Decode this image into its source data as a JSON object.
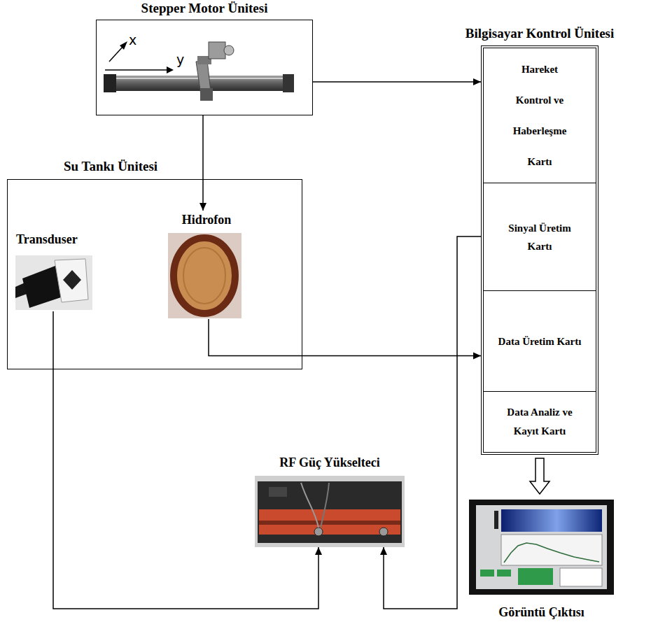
{
  "diagram": {
    "nodes": [
      {
        "text": [
          "Stepper Motor Ünitesi"
        ]
      },
      {
        "text": [
          "Bilgisayar Kontrol Ünitesi"
        ]
      },
      {
        "text": [
          "Hareket Kontrol ve Haberleşme Kartı"
        ],
        "in": 1
      },
      {
        "text": [
          "Sinyal Üretim Kartı"
        ],
        "in": 1
      },
      {
        "text": [
          "Data Üretim Kartı"
        ],
        "in": 1
      },
      {
        "text": [
          "Data Analiz ve Kayıt Kartı"
        ],
        "in": 1
      },
      {
        "text": [
          "Su Tankı Ünitesi"
        ]
      },
      {
        "text": [
          "Transduser"
        ],
        "in": 6
      },
      {
        "text": [
          "Hidrofon"
        ],
        "in": 6
      },
      {
        "text": [
          "RF Güç Yükselteci"
        ]
      },
      {
        "text": [
          "Görüntü Çıktısı"
        ]
      }
    ],
    "edges": [
      {
        "from": 0,
        "to": 2,
        "arrow": "to"
      },
      {
        "from": 0,
        "to": 8,
        "arrow": "to"
      },
      {
        "from": 8,
        "to": 4,
        "arrow": "to"
      },
      {
        "from": 7,
        "to": 9,
        "arrow": "to"
      },
      {
        "from": 3,
        "to": 9,
        "arrow": "to"
      },
      {
        "from": 1,
        "to": 10,
        "arrow": "to"
      }
    ],
    "labels": [
      "x",
      "y"
    ]
  }
}
